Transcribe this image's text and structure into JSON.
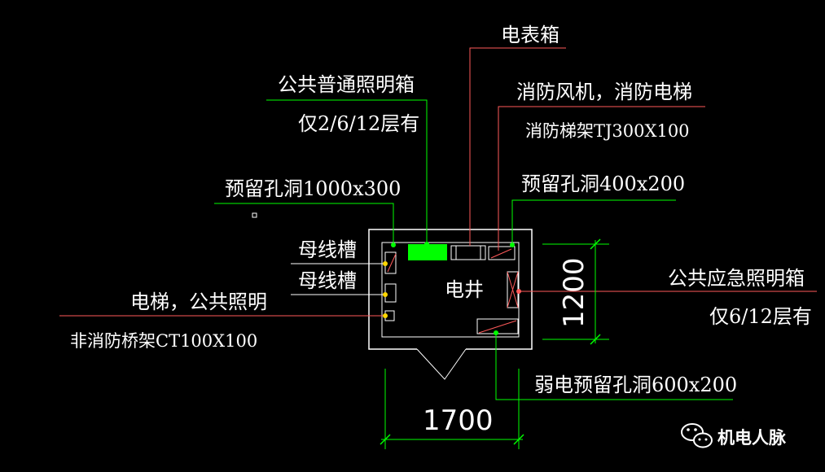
{
  "labels": {
    "meter_box": "电表箱",
    "public_lighting_box": "公共普通照明箱",
    "public_lighting_floors": "仅2/6/12层有",
    "fire_fan_elevator": "消防风机，消防电梯",
    "fire_tray": "消防梯架TJ300X100",
    "reserved_hole_1000": "预留孔洞1000x300",
    "reserved_hole_400": "预留孔洞400x200",
    "busway_1": "母线槽",
    "busway_2": "母线槽",
    "elevator_lighting": "电梯，公共照明",
    "nonfire_tray": "非消防桥架CT100X100",
    "emergency_lighting_box": "公共应急照明箱",
    "emergency_floors": "仅6/12层有",
    "weak_current_hole": "弱电预留孔洞600x200",
    "shaft_name": "电井"
  },
  "dimensions": {
    "width": "1700",
    "depth": "1200"
  },
  "watermark": {
    "text": "机电人脉",
    "icon": "wechat-icon"
  },
  "colors": {
    "background": "#000000",
    "leader_red": "#ff5a5a",
    "leader_green": "#00ff00",
    "bus_green": "#00ff00",
    "dot_yellow": "#ffd700",
    "text": "#ffffff"
  }
}
